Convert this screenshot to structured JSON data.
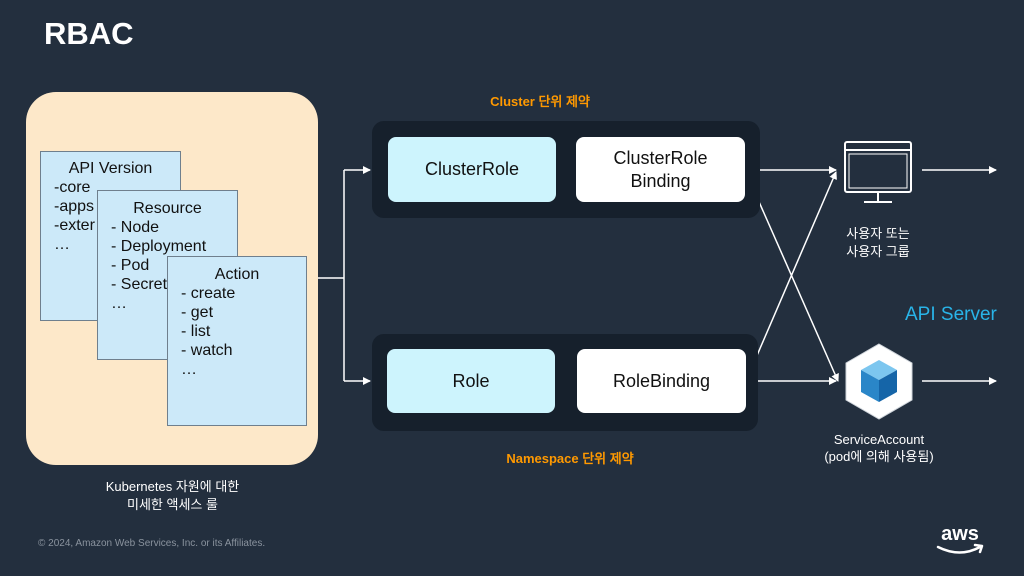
{
  "title": "RBAC",
  "rules_panel": {
    "api_card": {
      "heading": "API Version",
      "items": [
        "-core",
        "-apps",
        "-exter",
        "…"
      ]
    },
    "resource_card": {
      "heading": "Resource",
      "items": [
        "- Node",
        "- Deployment",
        "- Pod",
        "- Secret",
        "…"
      ]
    },
    "action_card": {
      "heading": "Action",
      "items": [
        "- create",
        "- get",
        "- list",
        "- watch",
        "…"
      ]
    },
    "caption_line1": "Kubernetes 자원에 대한",
    "caption_line2": "미세한 액세스 룰"
  },
  "cluster_scope": {
    "label": "Cluster 단위 제약",
    "role": "ClusterRole",
    "binding_line1": "ClusterRole",
    "binding_line2": "Binding"
  },
  "namespace_scope": {
    "label": "Namespace 단위 제약",
    "role": "Role",
    "binding": "RoleBinding"
  },
  "subjects": {
    "user_line1": "사용자 또는",
    "user_line2": "사용자 그룹",
    "service_account_line1": "ServiceAccount",
    "service_account_line2": "(pod에 의해 사용됨)"
  },
  "api_server_label": "API Server",
  "footer": {
    "copyright": "© 2024, Amazon Web Services, Inc. or its Affiliates.",
    "logo_text": "aws"
  },
  "colors": {
    "background": "#232f3e",
    "panel": "#fde8c9",
    "card": "#cce9f9",
    "role_box": "#cdf4fd",
    "scope_label": "#ff9900",
    "api_server": "#29b4e8"
  },
  "icons": {
    "user": "monitor-icon",
    "service_account": "cube-hexagon-icon",
    "logo": "aws-logo"
  }
}
